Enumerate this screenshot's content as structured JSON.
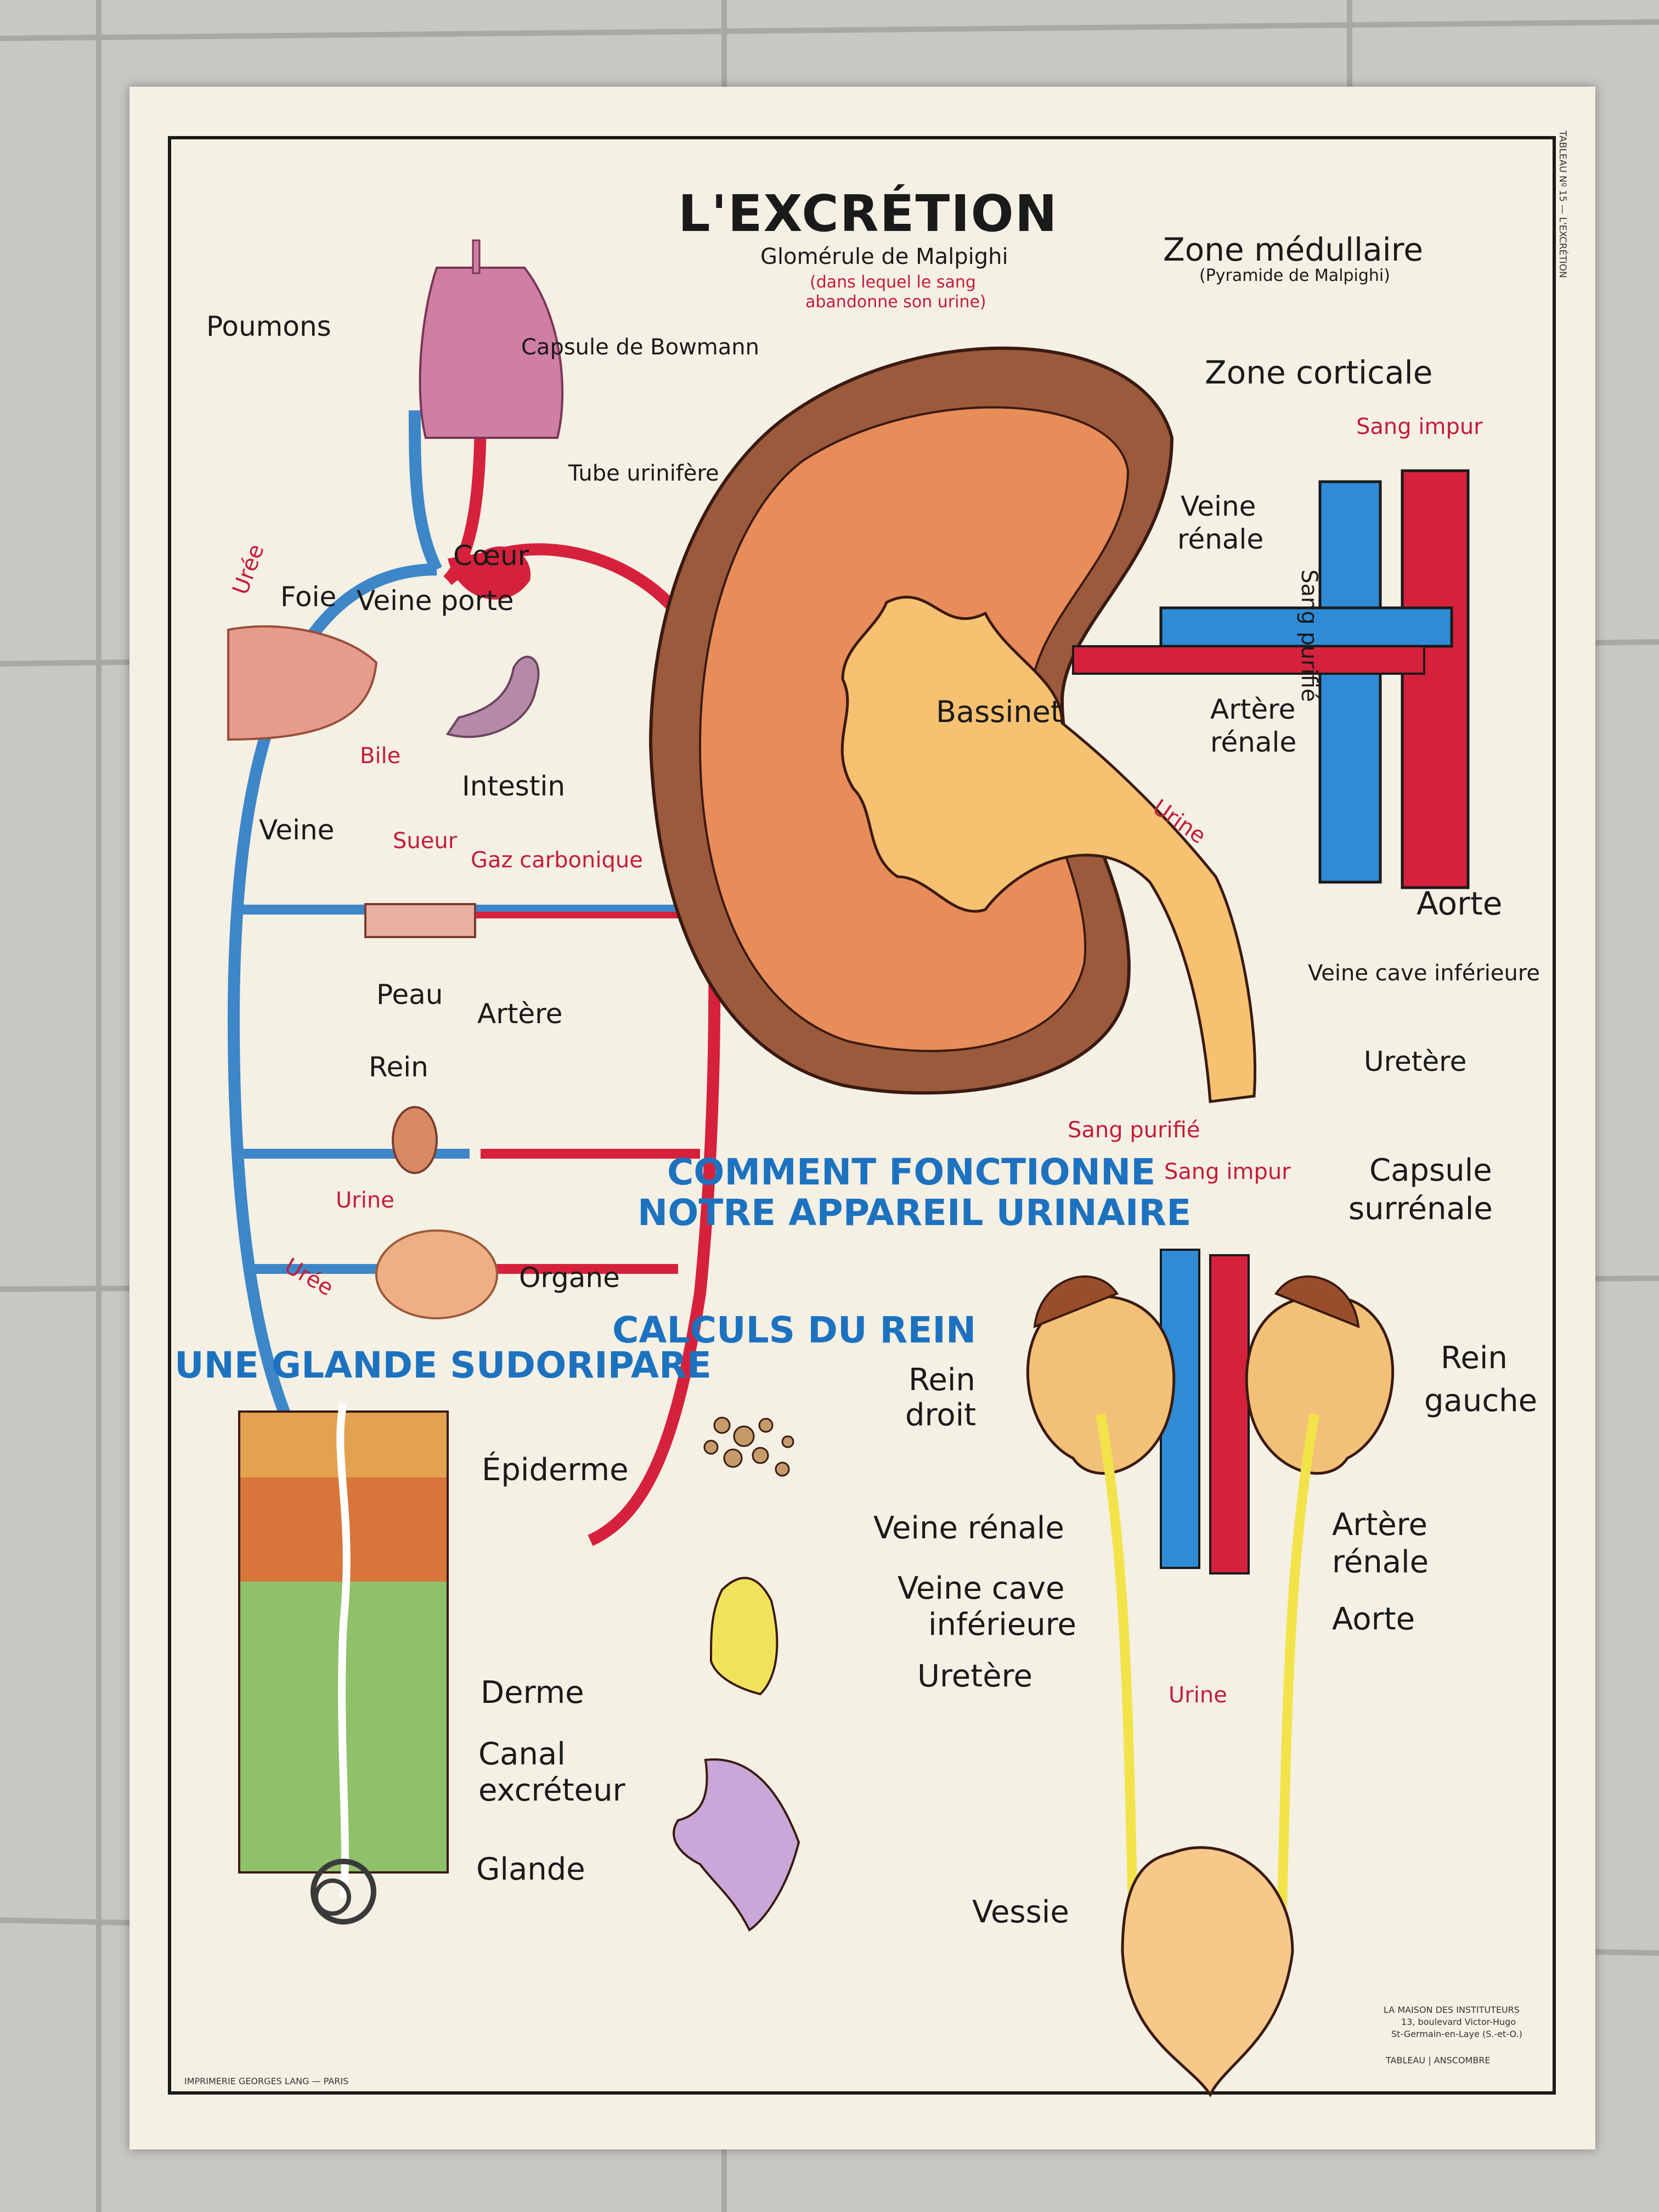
{
  "title": "L'EXCRÉTION",
  "side_text": "TABLEAU Nº 15 — L'EXCRÉTION",
  "circulation": {
    "poumons": "Poumons",
    "coeur": "Cœur",
    "foie": "Foie",
    "veine_porte": "Veine porte",
    "uree_top": "Urée",
    "bile": "Bile",
    "intestin": "Intestin",
    "veine": "Veine",
    "sueur": "Sueur",
    "gaz": "Gaz carbonique",
    "peau": "Peau",
    "artere": "Artère",
    "rein": "Rein",
    "urine": "Urine",
    "uree_bottom": "Urée",
    "organe": "Organe"
  },
  "kidney": {
    "glomerule": "Glomérule de Malpighi",
    "glomerule_note_1": "(dans lequel le sang",
    "glomerule_note_2": "abandonne son urine)",
    "capsule_bowmann": "Capsule de Bowmann",
    "tube": "Tube urinifère",
    "zone_medullaire": "Zone médullaire",
    "pyramide": "(Pyramide de Malpighi)",
    "zone_corticale": "Zone corticale",
    "sang_impur": "Sang impur",
    "veine_renale_1": "Veine",
    "veine_renale_2": "rénale",
    "sang_purifie": "Sang purifié",
    "bassinet": "Bassinet",
    "artere_renale_1": "Artère",
    "artere_renale_2": "rénale",
    "urine": "Urine",
    "aorte": "Aorte",
    "veine_cave": "Veine cave inférieure",
    "uretere": "Uretère"
  },
  "system": {
    "heading_1": "COMMENT FONCTIONNE",
    "heading_2": "NOTRE APPAREIL URINAIRE",
    "sang_purifie": "Sang purifié",
    "sang_impur": "Sang impur",
    "capsule_1": "Capsule",
    "capsule_2": "surrénale",
    "rein_droit_1": "Rein",
    "rein_droit_2": "droit",
    "rein_gauche_1": "Rein",
    "rein_gauche_2": "gauche",
    "veine_renale": "Veine rénale",
    "artere_renale_1": "Artère",
    "artere_renale_2": "rénale",
    "veine_cave_1": "Veine cave",
    "veine_cave_2": "inférieure",
    "aorte": "Aorte",
    "uretere": "Uretère",
    "urine": "Urine",
    "vessie": "Vessie"
  },
  "calculs": {
    "heading": "CALCULS DU REIN"
  },
  "glande": {
    "heading": "UNE GLANDE SUDORIPARE",
    "epiderme": "Épiderme",
    "derme": "Derme",
    "canal_1": "Canal",
    "canal_2": "excréteur",
    "glande": "Glande"
  },
  "imprint_left": "IMPRIMERIE GEORGES LANG — PARIS",
  "imprint_right_1": "LA MAISON DES INSTITUTEURS",
  "imprint_right_2": "13, boulevard Victor-Hugo",
  "imprint_right_3": "St-Germain-en-Laye (S.-et-O.)",
  "imprint_right_4": "TABLEAU | ANSCOMBRE",
  "colors": {
    "artery": "#d6213c",
    "vein": "#3d86c8",
    "urine": "#f2e34a",
    "heading_blue": "#1d72c0"
  }
}
